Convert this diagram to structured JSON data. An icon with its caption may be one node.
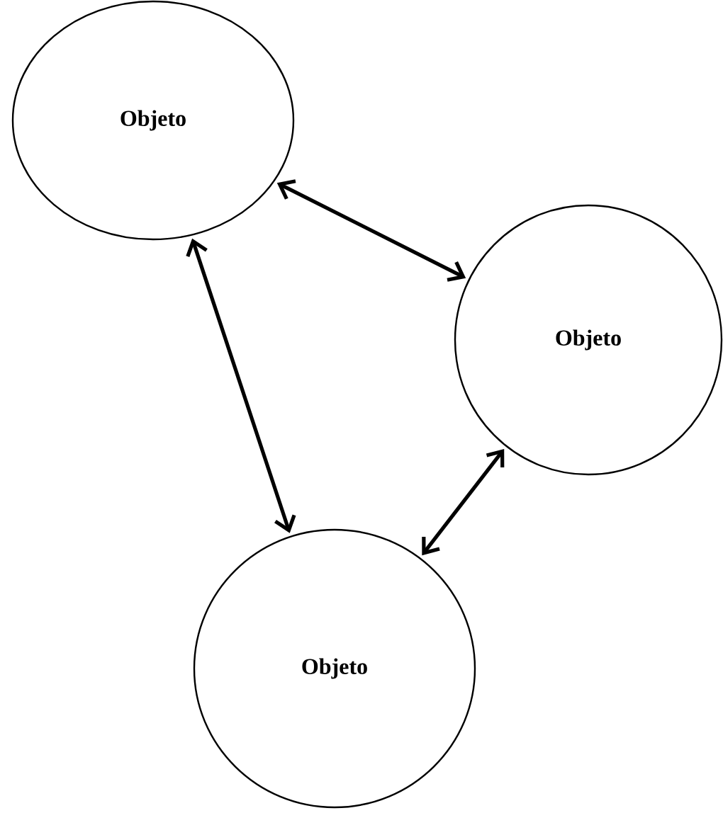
{
  "diagram": {
    "nodes": [
      {
        "text": [
          "Objeto"
        ]
      },
      {
        "text": [
          "Objeto"
        ]
      },
      {
        "text": [
          "Objeto"
        ]
      }
    ],
    "edges": [
      {
        "from": 0,
        "to": 1,
        "arrow": "both"
      },
      {
        "from": 0,
        "to": 2,
        "arrow": "both"
      },
      {
        "from": 1,
        "to": 2,
        "arrow": "both"
      }
    ]
  }
}
